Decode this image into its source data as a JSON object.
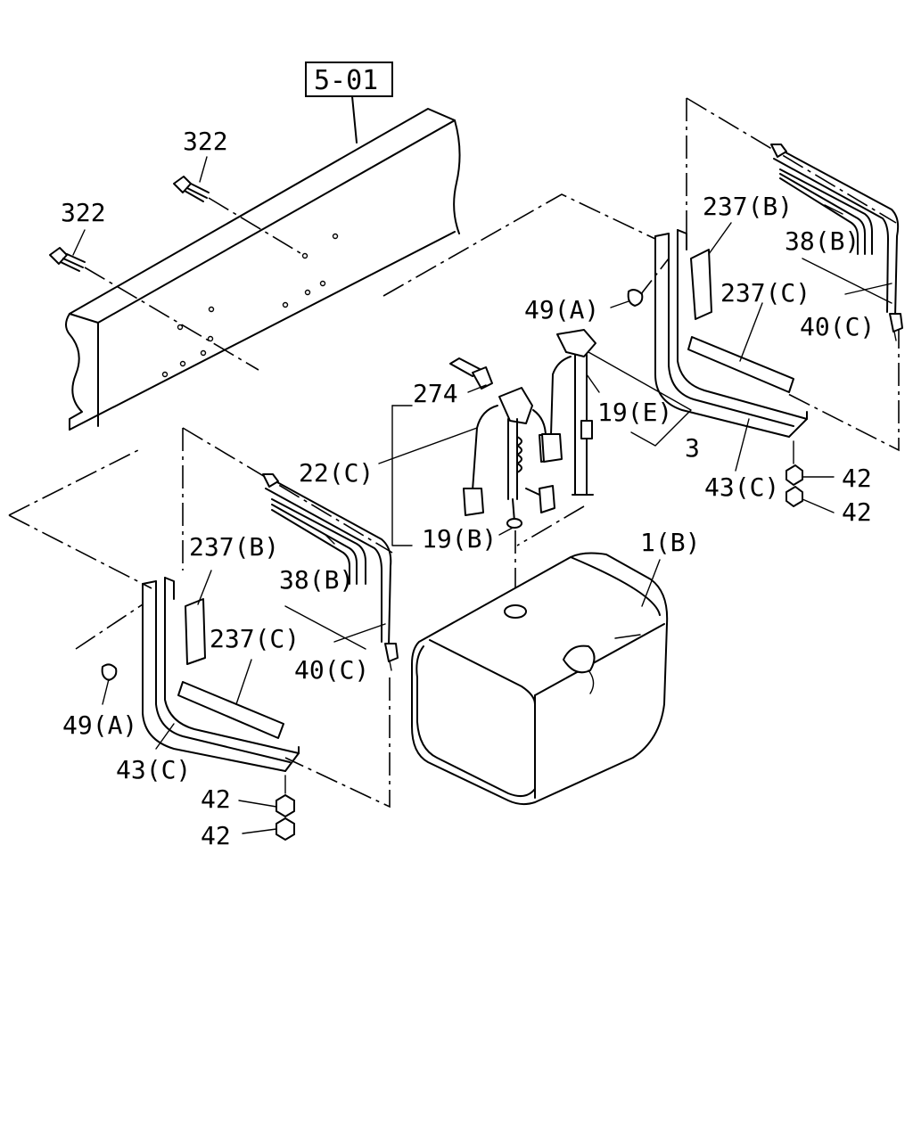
{
  "reference": "5-01",
  "labels": {
    "bolt_322_upper": "322",
    "bolt_322_lower": "322",
    "l_237b": "237(B)",
    "l_38b": "38(B)",
    "l_237c": "237(C)",
    "l_40c": "40(C)",
    "l_49a": "49(A)",
    "l_43c": "43(C)",
    "l_42a": "42",
    "l_42b": "42",
    "r_237b": "237(B)",
    "r_38b": "38(B)",
    "r_237c": "237(C)",
    "r_40c": "40(C)",
    "r_49a": "49(A)",
    "r_43c": "43(C)",
    "r_42a": "42",
    "r_42b": "42",
    "p_274": "274",
    "p_22c": "22(C)",
    "p_19b": "19(B)",
    "p_19e": "19(E)",
    "p_3": "3",
    "p_1b": "1(B)"
  }
}
